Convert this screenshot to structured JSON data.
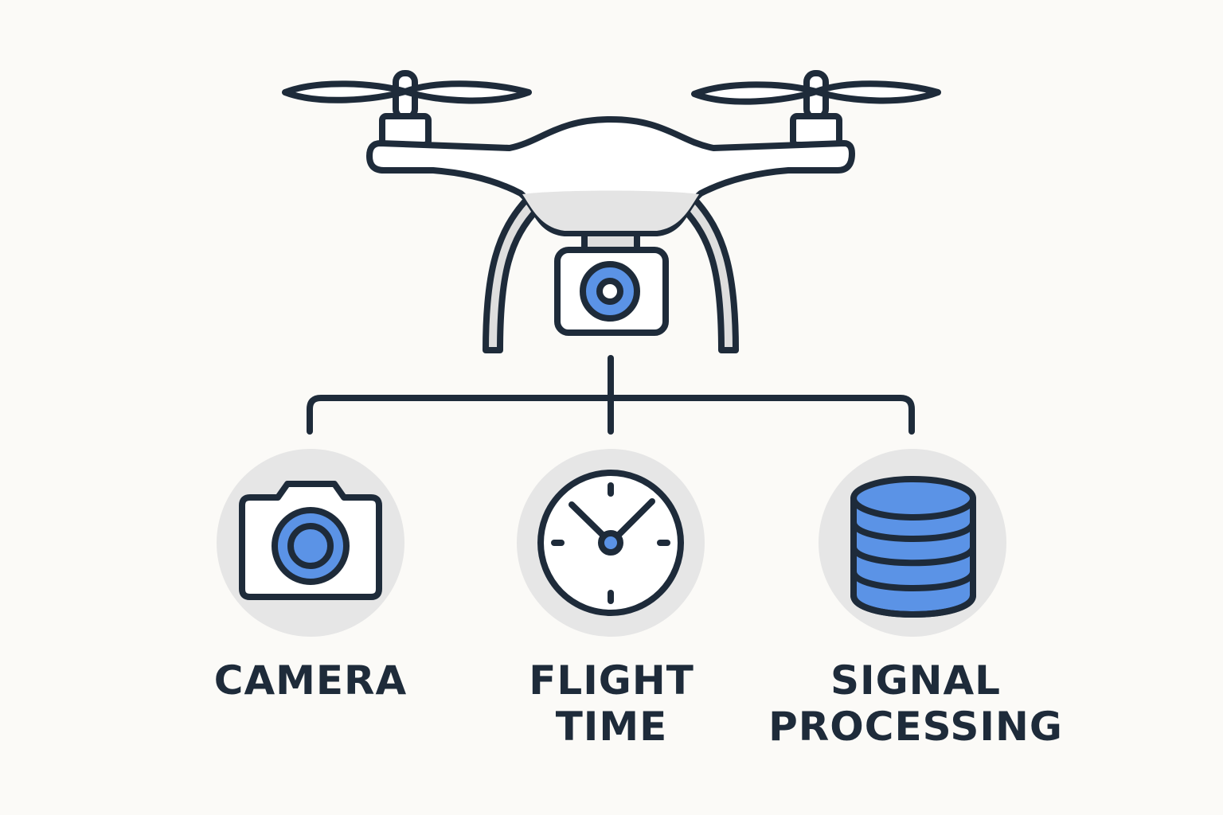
{
  "colors": {
    "background": "#fbfaf7",
    "stroke": "#1e2b3a",
    "accent": "#5b93e6",
    "circle_bg": "#e6e6e6",
    "body_fill": "#ffffff",
    "shade": "#dedede"
  },
  "drone": {
    "icon": "quadcopter-drone-icon"
  },
  "features": [
    {
      "icon": "camera-icon",
      "label_lines": [
        "CAMERA"
      ]
    },
    {
      "icon": "clock-icon",
      "label_lines": [
        "FLIGHT",
        "TIME"
      ]
    },
    {
      "icon": "database-icon",
      "label_lines": [
        "SIGNAL",
        "PROCESSING"
      ]
    }
  ]
}
